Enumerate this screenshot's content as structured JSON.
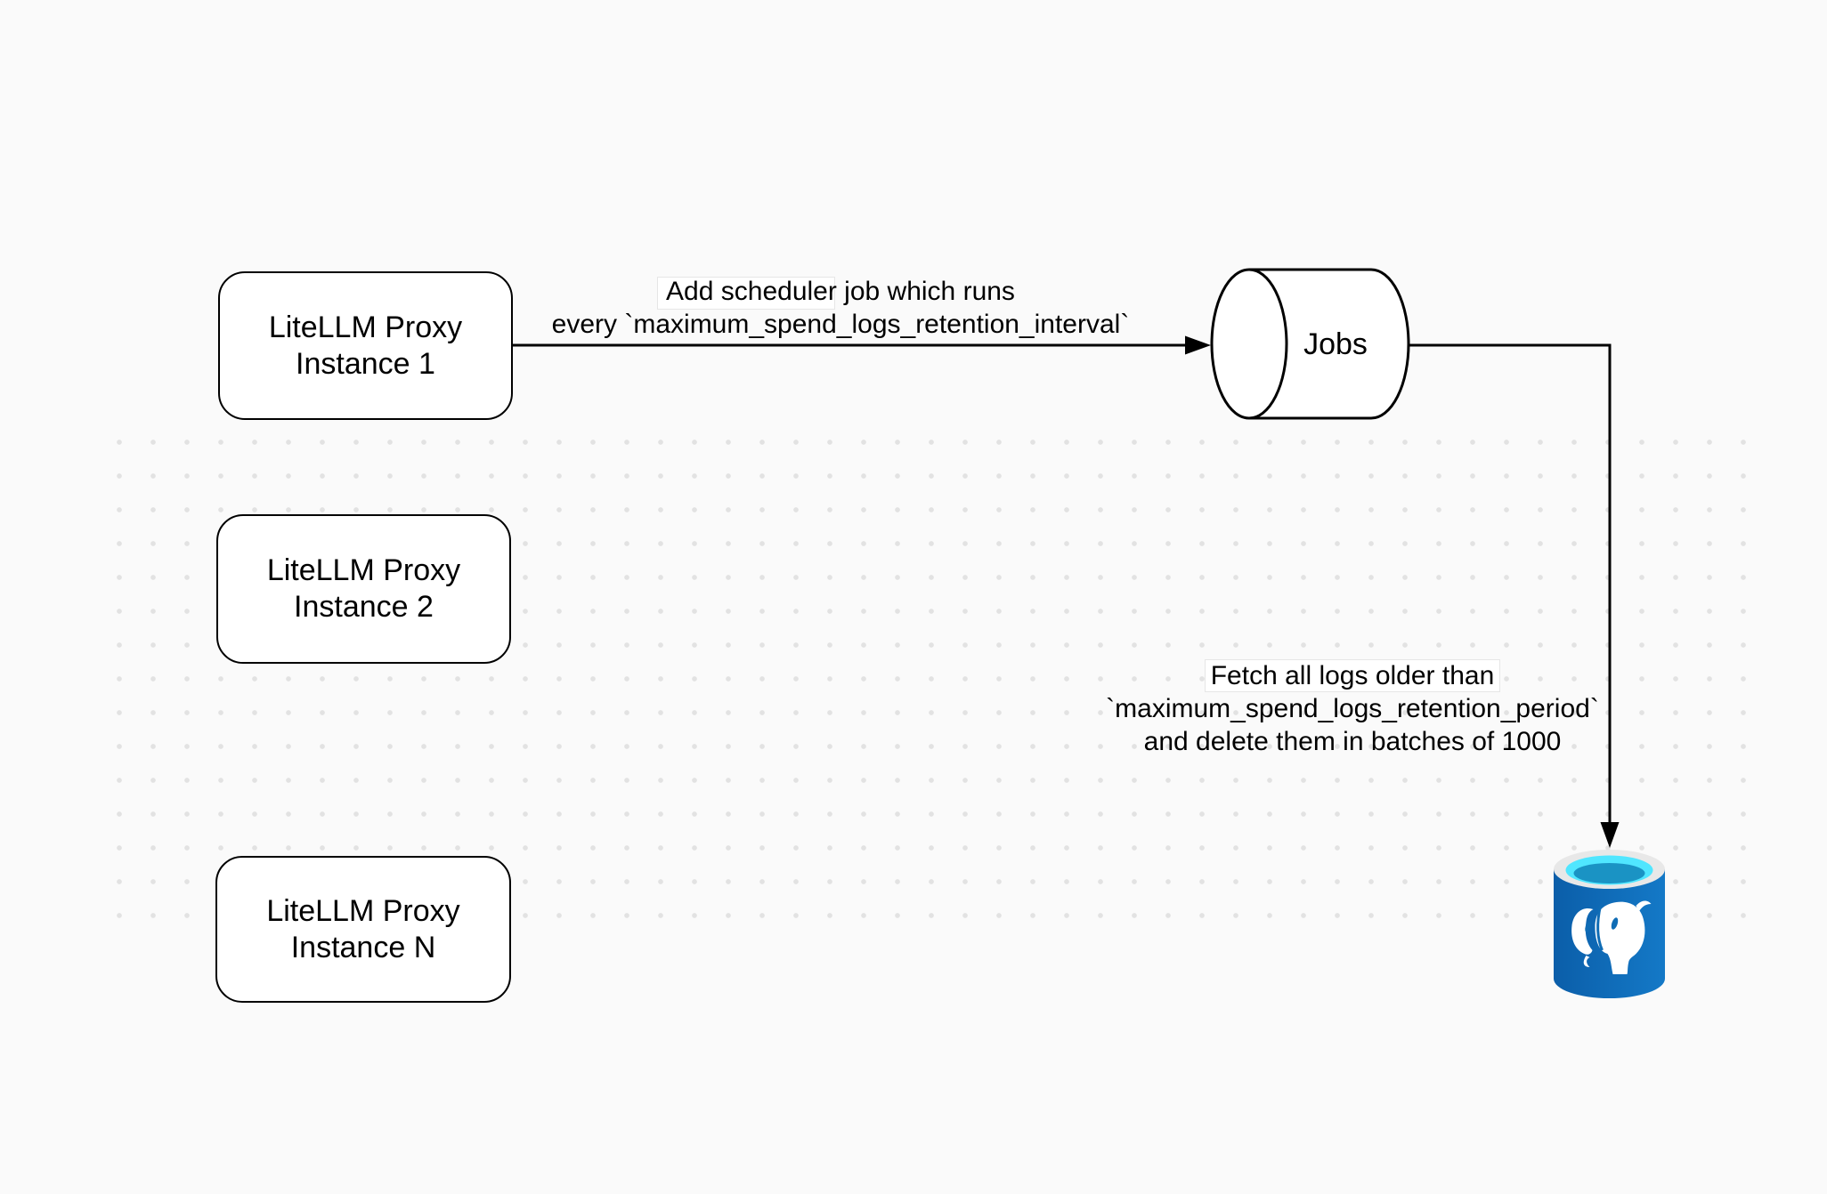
{
  "diagram": {
    "nodes": [
      {
        "label_line1": "LiteLLM Proxy",
        "label_line2": "Instance 1"
      },
      {
        "label_line1": "LiteLLM Proxy",
        "label_line2": "Instance 2"
      },
      {
        "label_line1": "LiteLLM Proxy",
        "label_line2": "Instance N"
      }
    ],
    "queue": {
      "label": "Jobs"
    },
    "edge_labels": {
      "scheduler": {
        "line1": "Add scheduler job which runs",
        "line2": "every `maximum_spend_logs_retention_interval`"
      },
      "fetch": {
        "line1": "Fetch all logs older than",
        "line2": "`maximum_spend_logs_retention_period`",
        "line3": "and delete them in batches of 1000"
      }
    },
    "icons": {
      "database": "postgresql-database-icon"
    },
    "colors": {
      "canvas_background": "#fafafa",
      "grid_dot": "#e2e2e2",
      "shape_stroke": "#000000",
      "db_body_dark": "#0b5ea9",
      "db_body_light": "#1479c7",
      "db_rim": "#e8e8e8",
      "db_opening": "#50e6ff",
      "db_liquid": "#1a93c4",
      "elephant": "#ffffff"
    }
  }
}
